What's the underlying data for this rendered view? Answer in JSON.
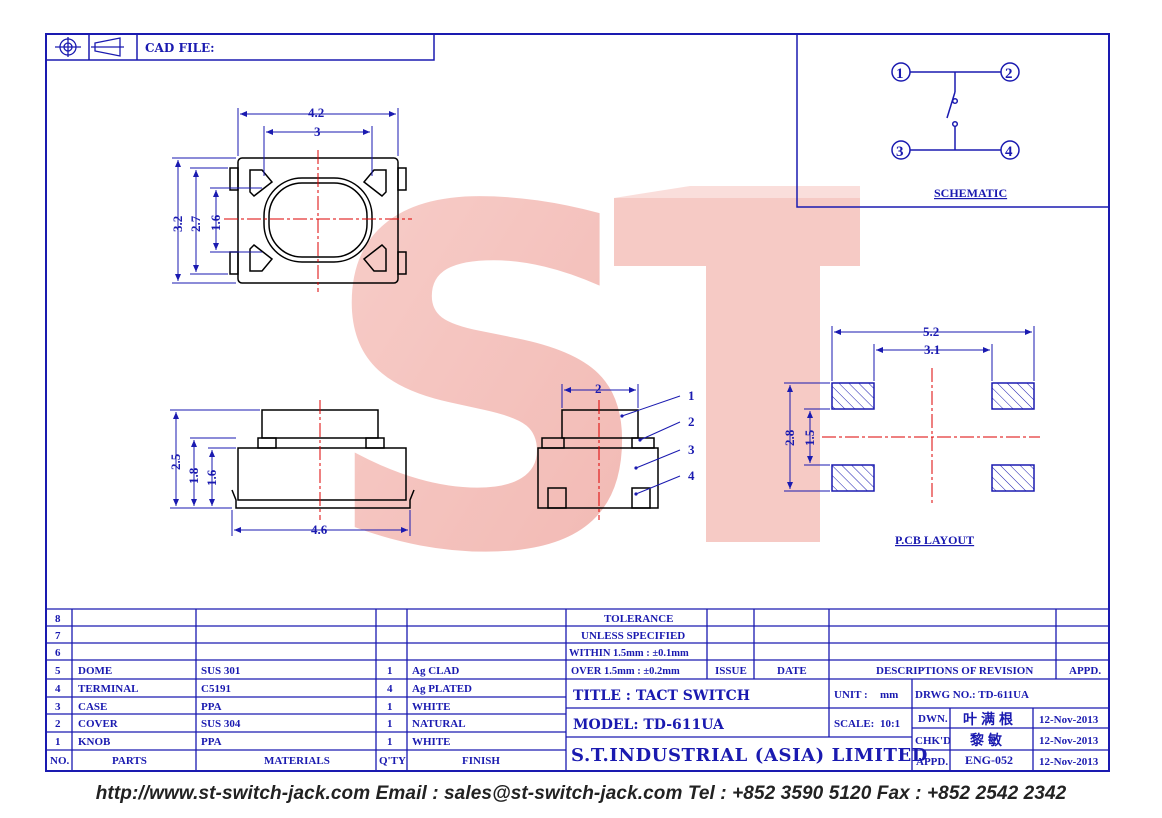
{
  "header": {
    "cad_label": "CAD FILE:"
  },
  "schematic": {
    "pins": [
      "1",
      "2",
      "3",
      "4"
    ],
    "title": "SCHEMATIC"
  },
  "top_view": {
    "dims": {
      "w_outer": "4.2",
      "w_inner": "3",
      "h_outer": "3.2",
      "h_mid": "2.7",
      "h_inner": "1.6"
    }
  },
  "side_view": {
    "dims": {
      "h_total": "2.5",
      "h_body": "1.8",
      "h_base": "1.6",
      "width": "4.6"
    }
  },
  "end_view": {
    "dims": {
      "width": "2"
    },
    "callouts": [
      "1",
      "2",
      "3",
      "4"
    ]
  },
  "pcb": {
    "title": "P.CB LAYOUT",
    "dims": {
      "w_outer": "5.2",
      "w_inner": "3.1",
      "h_outer": "2.8",
      "h_inner": "1.5"
    }
  },
  "watermark": "ST",
  "bom": {
    "headers": {
      "no": "NO.",
      "parts": "PARTS",
      "materials": "MATERIALS",
      "qty": "Q'TY",
      "finish": "FINISH"
    },
    "rows": [
      {
        "no": "8",
        "part": "",
        "material": "",
        "qty": "",
        "finish": ""
      },
      {
        "no": "7",
        "part": "",
        "material": "",
        "qty": "",
        "finish": ""
      },
      {
        "no": "6",
        "part": "",
        "material": "",
        "qty": "",
        "finish": ""
      },
      {
        "no": "5",
        "part": "DOME",
        "material": "SUS 301",
        "qty": "1",
        "finish": "Ag CLAD"
      },
      {
        "no": "4",
        "part": "TERMINAL",
        "material": "C5191",
        "qty": "4",
        "finish": "Ag PLATED"
      },
      {
        "no": "3",
        "part": "CASE",
        "material": "PPA",
        "qty": "1",
        "finish": "WHITE"
      },
      {
        "no": "2",
        "part": "COVER",
        "material": "SUS 304",
        "qty": "1",
        "finish": "NATURAL"
      },
      {
        "no": "1",
        "part": "KNOB",
        "material": "PPA",
        "qty": "1",
        "finish": "WHITE"
      }
    ]
  },
  "tolerance": {
    "line1": "TOLERANCE",
    "line2": "UNLESS   SPECIFIED",
    "line3": "WITHIN 1.5mm : ±0.1mm",
    "line4": "OVER 1.5mm : ±0.2mm"
  },
  "revision": {
    "issue": "ISSUE",
    "date": "DATE",
    "desc": "DESCRIPTIONS OF REVISION",
    "appd": "APPD."
  },
  "title_block": {
    "title": "TITLE : TACT SWITCH",
    "model": "MODEL: TD-611UA",
    "company": "S.T.INDUSTRIAL  (ASIA)  LIMITED",
    "unit_label": "UNIT :",
    "unit_value": "mm",
    "scale_label": "SCALE:",
    "scale_value": "10:1",
    "drwg_no": "DRWG NO.: TD-611UA",
    "dwn_label": "DWN.",
    "dwn_name": "叶满根",
    "dwn_date": "12-Nov-2013",
    "chkd_label": "CHK'D",
    "chkd_name": "黎敏",
    "chkd_date": "12-Nov-2013",
    "appd_label": "APPD.",
    "appd_name": "ENG-052",
    "appd_date": "12-Nov-2013"
  },
  "footer": "http://www.st-switch-jack.com  Email : sales@st-switch-jack.com  Tel : +852 3590 5120  Fax : +852 2542 2342"
}
